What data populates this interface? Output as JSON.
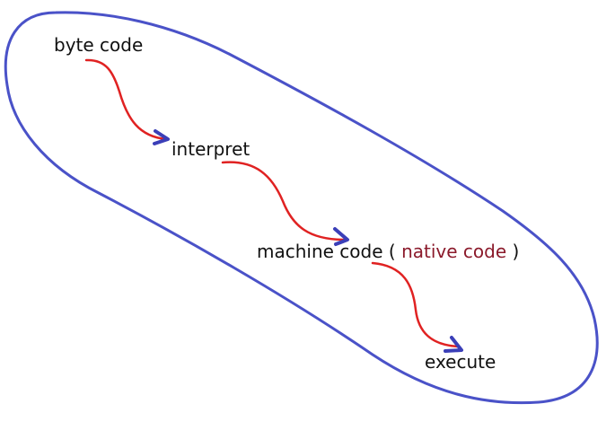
{
  "colors": {
    "outline": "#4a52c8",
    "connector": "#e02222",
    "arrowhead": "#3b3fb8",
    "text": "#111111",
    "highlight": "#8b1a2b"
  },
  "nodes": {
    "byte_code": "byte code",
    "interpret": "interpret",
    "machine_code": "machine code",
    "paren_open": " ( ",
    "native_code": "native code",
    "paren_close": " )",
    "execute": "execute"
  }
}
